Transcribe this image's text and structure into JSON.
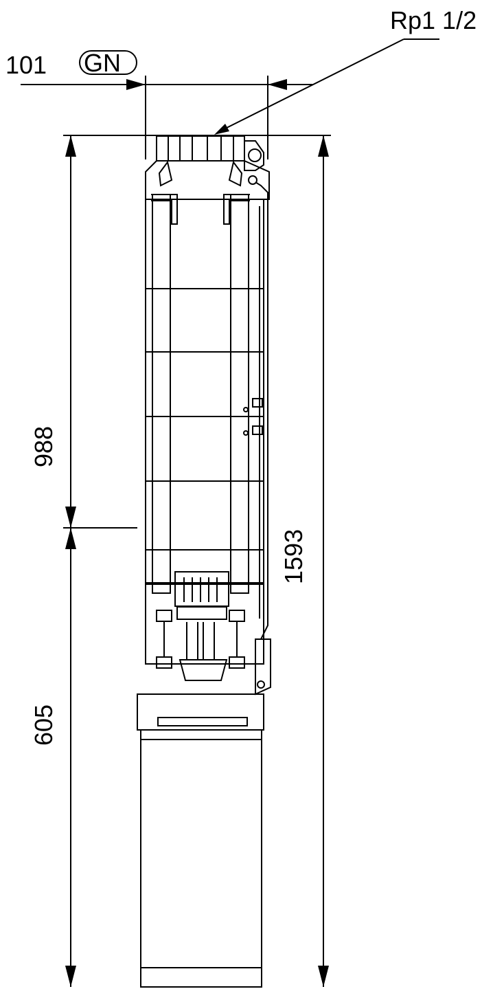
{
  "drawing": {
    "subject": "submersible-pump",
    "thread_label": "Rp1 1/2",
    "dimensions": {
      "outlet_width": "101",
      "outlet_code": "GN",
      "pump_section_height": "988",
      "motor_section_height": "605",
      "total_height": "1593"
    },
    "colors": {
      "line": "#000000",
      "background": "#ffffff"
    }
  }
}
